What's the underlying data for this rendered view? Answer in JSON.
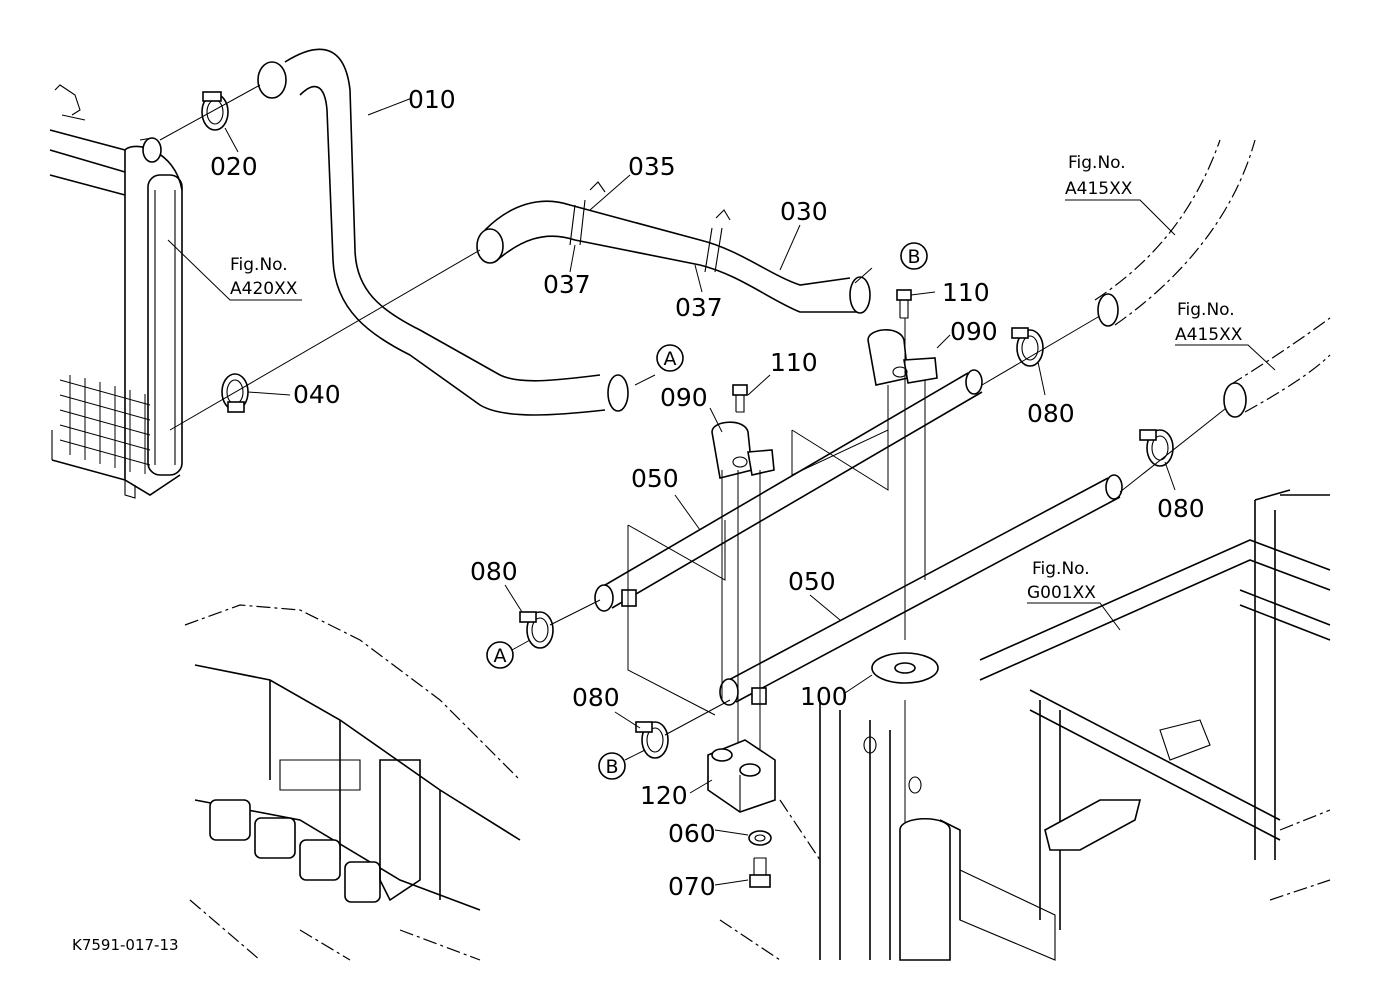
{
  "diagram": {
    "drawing_code": "K7591-017-13",
    "callouts": {
      "c010": "010",
      "c020": "020",
      "c035": "035",
      "c030": "030",
      "c037a": "037",
      "c037b": "037",
      "c040": "040",
      "c110a": "110",
      "c110b": "110",
      "c090a": "090",
      "c090b": "090",
      "c080a": "080",
      "c080b": "080",
      "c080c": "080",
      "c080d": "080",
      "c050a": "050",
      "c050b": "050",
      "c100": "100",
      "c120": "120",
      "c060": "060",
      "c070": "070"
    },
    "connectors": {
      "a1": "A",
      "a2": "A",
      "b1": "B",
      "b2": "B"
    },
    "figure_refs": {
      "radiator": {
        "line1": "Fig.No.",
        "line2": "A420XX"
      },
      "hose_upper": {
        "line1": "Fig.No.",
        "line2": "A415XX"
      },
      "hose_lower": {
        "line1": "Fig.No.",
        "line2": "A415XX"
      },
      "frame": {
        "line1": "Fig.No.",
        "line2": "G001XX"
      }
    }
  }
}
